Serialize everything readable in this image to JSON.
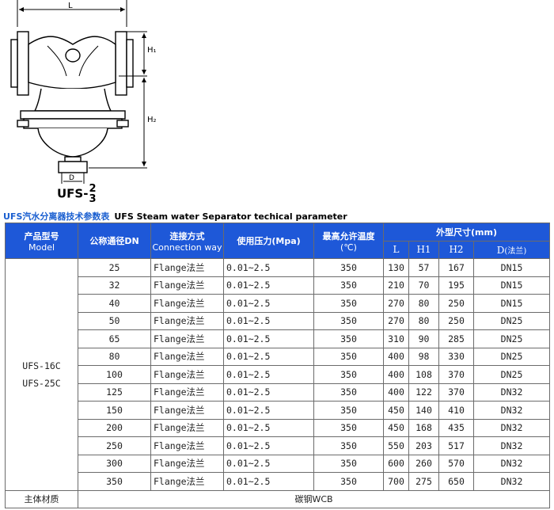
{
  "drawing": {
    "dim_L": "L",
    "dim_H1": "H₁",
    "dim_H2": "H₂",
    "dim_D": "D",
    "model_prefix": "UFS-",
    "model_num": "2",
    "model_den": "3"
  },
  "title": {
    "cn": "UFS汽水分离器技术参数表",
    "en": "UFS Steam water Separator techical parameter"
  },
  "header": {
    "model_cn": "产品型号",
    "model_en": "Model",
    "dn": "公称通径DN",
    "conn_cn": "连接方式",
    "conn_en": "Connection way",
    "pressure": "使用压力(Mpa)",
    "temp_cn": "最高允许温度",
    "temp_unit": "(℃)",
    "dims": "外型尺寸(mm)",
    "L": "L",
    "H1": "H1",
    "H2": "H2",
    "D": "D",
    "D_suffix": "(法兰)"
  },
  "models": [
    "UFS-16C",
    "UFS-25C"
  ],
  "rows": [
    {
      "dn": "25",
      "conn": "Flange法兰",
      "pressure": "0.01~2.5",
      "temp": "350",
      "L": "130",
      "H1": "57",
      "H2": "167",
      "D": "DN15"
    },
    {
      "dn": "32",
      "conn": "Flange法兰",
      "pressure": "0.01~2.5",
      "temp": "350",
      "L": "210",
      "H1": "70",
      "H2": "195",
      "D": "DN15"
    },
    {
      "dn": "40",
      "conn": "Flange法兰",
      "pressure": "0.01~2.5",
      "temp": "350",
      "L": "270",
      "H1": "80",
      "H2": "250",
      "D": "DN15"
    },
    {
      "dn": "50",
      "conn": "Flange法兰",
      "pressure": "0.01~2.5",
      "temp": "350",
      "L": "270",
      "H1": "80",
      "H2": "250",
      "D": "DN25"
    },
    {
      "dn": "65",
      "conn": "Flange法兰",
      "pressure": "0.01~2.5",
      "temp": "350",
      "L": "310",
      "H1": "90",
      "H2": "285",
      "D": "DN25"
    },
    {
      "dn": "80",
      "conn": "Flange法兰",
      "pressure": "0.01~2.5",
      "temp": "350",
      "L": "400",
      "H1": "98",
      "H2": "330",
      "D": "DN25"
    },
    {
      "dn": "100",
      "conn": "Flange法兰",
      "pressure": "0.01~2.5",
      "temp": "350",
      "L": "400",
      "H1": "108",
      "H2": "370",
      "D": "DN25"
    },
    {
      "dn": "125",
      "conn": "Flange法兰",
      "pressure": "0.01~2.5",
      "temp": "350",
      "L": "400",
      "H1": "122",
      "H2": "370",
      "D": "DN32"
    },
    {
      "dn": "150",
      "conn": "Flange法兰",
      "pressure": "0.01~2.5",
      "temp": "350",
      "L": "450",
      "H1": "140",
      "H2": "410",
      "D": "DN32"
    },
    {
      "dn": "200",
      "conn": "Flange法兰",
      "pressure": "0.01~2.5",
      "temp": "350",
      "L": "450",
      "H1": "168",
      "H2": "435",
      "D": "DN32"
    },
    {
      "dn": "250",
      "conn": "Flange法兰",
      "pressure": "0.01~2.5",
      "temp": "350",
      "L": "550",
      "H1": "203",
      "H2": "517",
      "D": "DN32"
    },
    {
      "dn": "300",
      "conn": "Flange法兰",
      "pressure": "0.01~2.5",
      "temp": "350",
      "L": "600",
      "H1": "260",
      "H2": "570",
      "D": "DN32"
    },
    {
      "dn": "350",
      "conn": "Flange法兰",
      "pressure": "0.01~2.5",
      "temp": "350",
      "L": "700",
      "H1": "275",
      "H2": "650",
      "D": "DN32"
    }
  ],
  "material": {
    "label": "主体材质",
    "value": "碳钢WCB"
  }
}
